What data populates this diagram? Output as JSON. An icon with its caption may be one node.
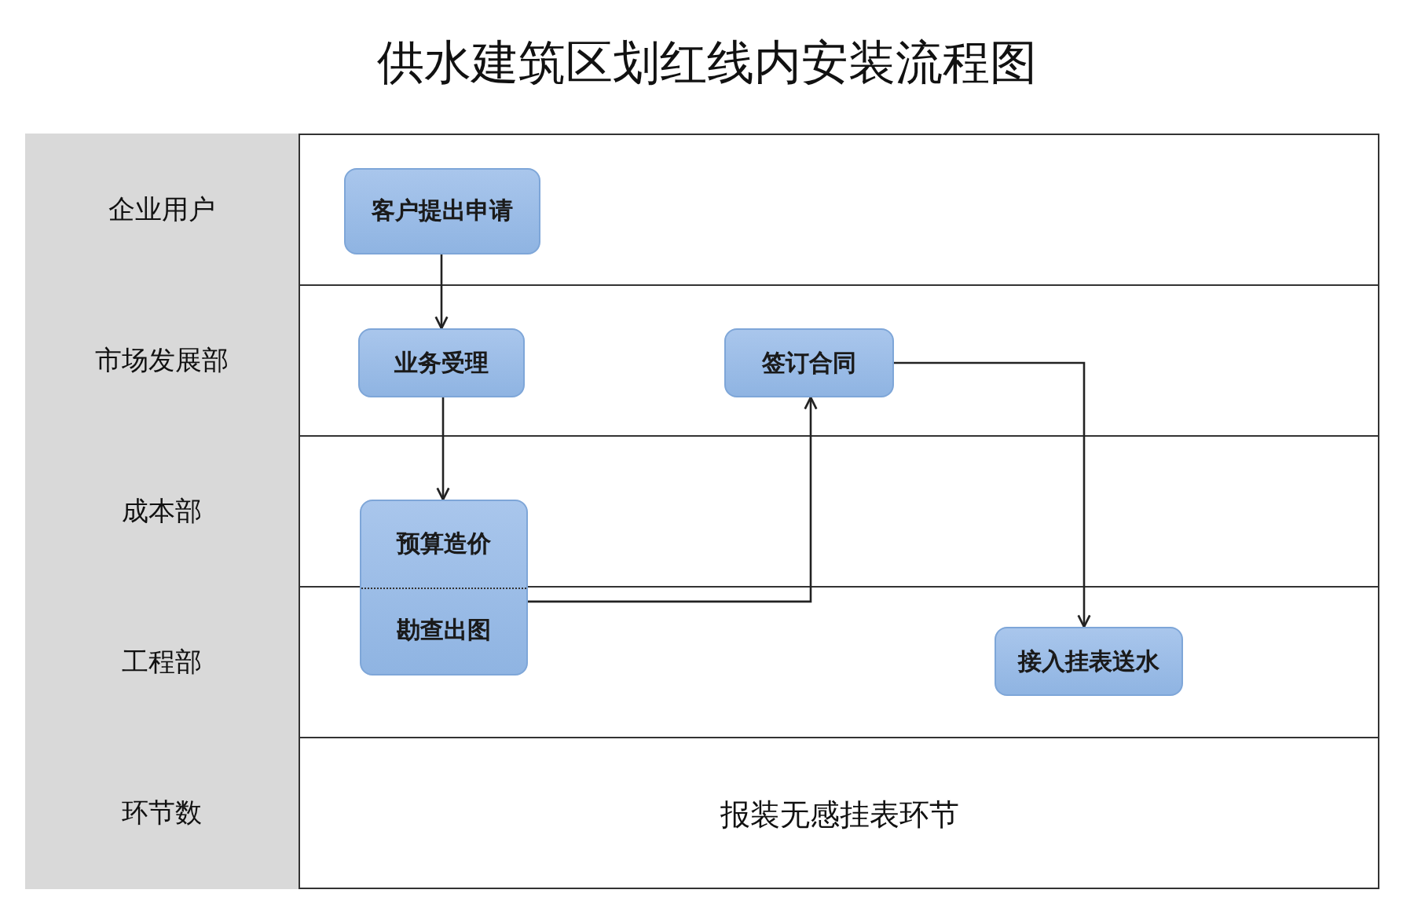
{
  "diagram": {
    "title": "供水建筑区划红线内安装流程图",
    "nodes": [
      {
        "text": [
          "企业用户"
        ]
      },
      {
        "text": [
          "客户提出申请"
        ]
      },
      {
        "text": [
          "市场发展部"
        ]
      },
      {
        "text": [
          "业务受理"
        ]
      },
      {
        "text": [
          "签订合同"
        ]
      },
      {
        "text": [
          "成本部"
        ]
      },
      {
        "text": [
          "工程部"
        ]
      },
      {
        "text": [
          "预算造价",
          "勘查出图"
        ]
      },
      {
        "text": [
          "接入挂表送水"
        ]
      },
      {
        "text": [
          "环节数"
        ]
      }
    ],
    "edges": [
      {
        "from": 1,
        "to": 3,
        "arrow": "to"
      },
      {
        "from": 3,
        "to": 7,
        "arrow": "to"
      },
      {
        "from": 7,
        "to": 4,
        "arrow": "to"
      },
      {
        "from": 4,
        "to": 8,
        "arrow": "to"
      }
    ],
    "labels": [
      "报装无感挂表环节"
    ]
  }
}
